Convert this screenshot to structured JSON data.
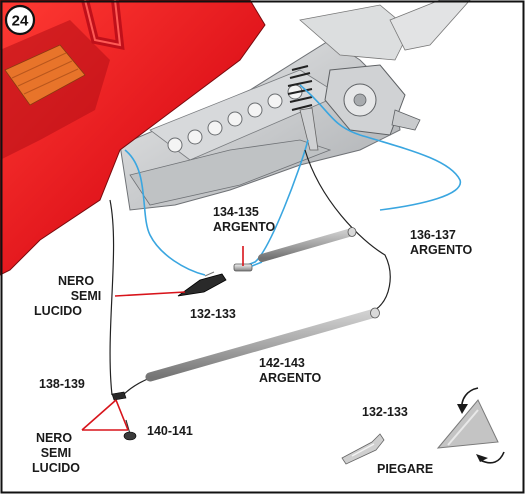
{
  "step": {
    "number": "24"
  },
  "callouts": {
    "c134": {
      "line1": "134-135",
      "line2": "ARGENTO"
    },
    "c136": {
      "line1": "136-137",
      "line2": "ARGENTO"
    },
    "nero_top": {
      "line1": "NERO",
      "line2": "SEMI",
      "line3": "LUCIDO"
    },
    "c132": {
      "text": "132-133"
    },
    "c142": {
      "line1": "142-143",
      "line2": "ARGENTO"
    },
    "c138": {
      "text": "138-139"
    },
    "nero_bottom": {
      "line1": "NERO",
      "line2": "SEMI",
      "line3": "LUCIDO"
    },
    "c140": {
      "text": "140-141"
    },
    "detail_part": {
      "text": "132-133"
    },
    "detail_action": {
      "text": "PIEGARE"
    }
  },
  "colors": {
    "body_red": "#e0141b",
    "engine_grey": "#c9cbcd",
    "cable_blue": "#3aa6e0",
    "leader_red": "#d8141b",
    "frame": "#111111"
  }
}
